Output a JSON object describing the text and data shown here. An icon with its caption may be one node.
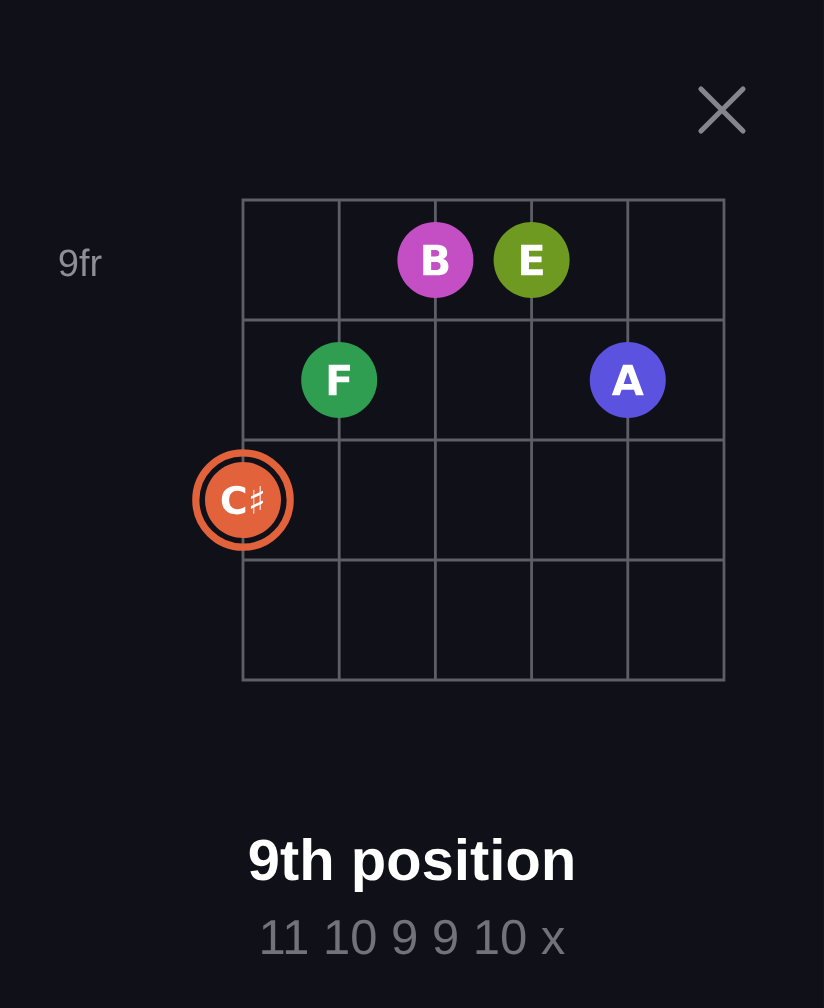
{
  "diagram": {
    "title": "9th position",
    "nodes": [
      {
        "text": [
          "B"
        ]
      },
      {
        "text": [
          "E"
        ]
      },
      {
        "text": [
          "F"
        ]
      },
      {
        "text": [
          "A"
        ]
      },
      {
        "text": [
          "C♯"
        ]
      }
    ],
    "labels": [
      "9fr",
      "11 10 9 9 10 x"
    ]
  }
}
